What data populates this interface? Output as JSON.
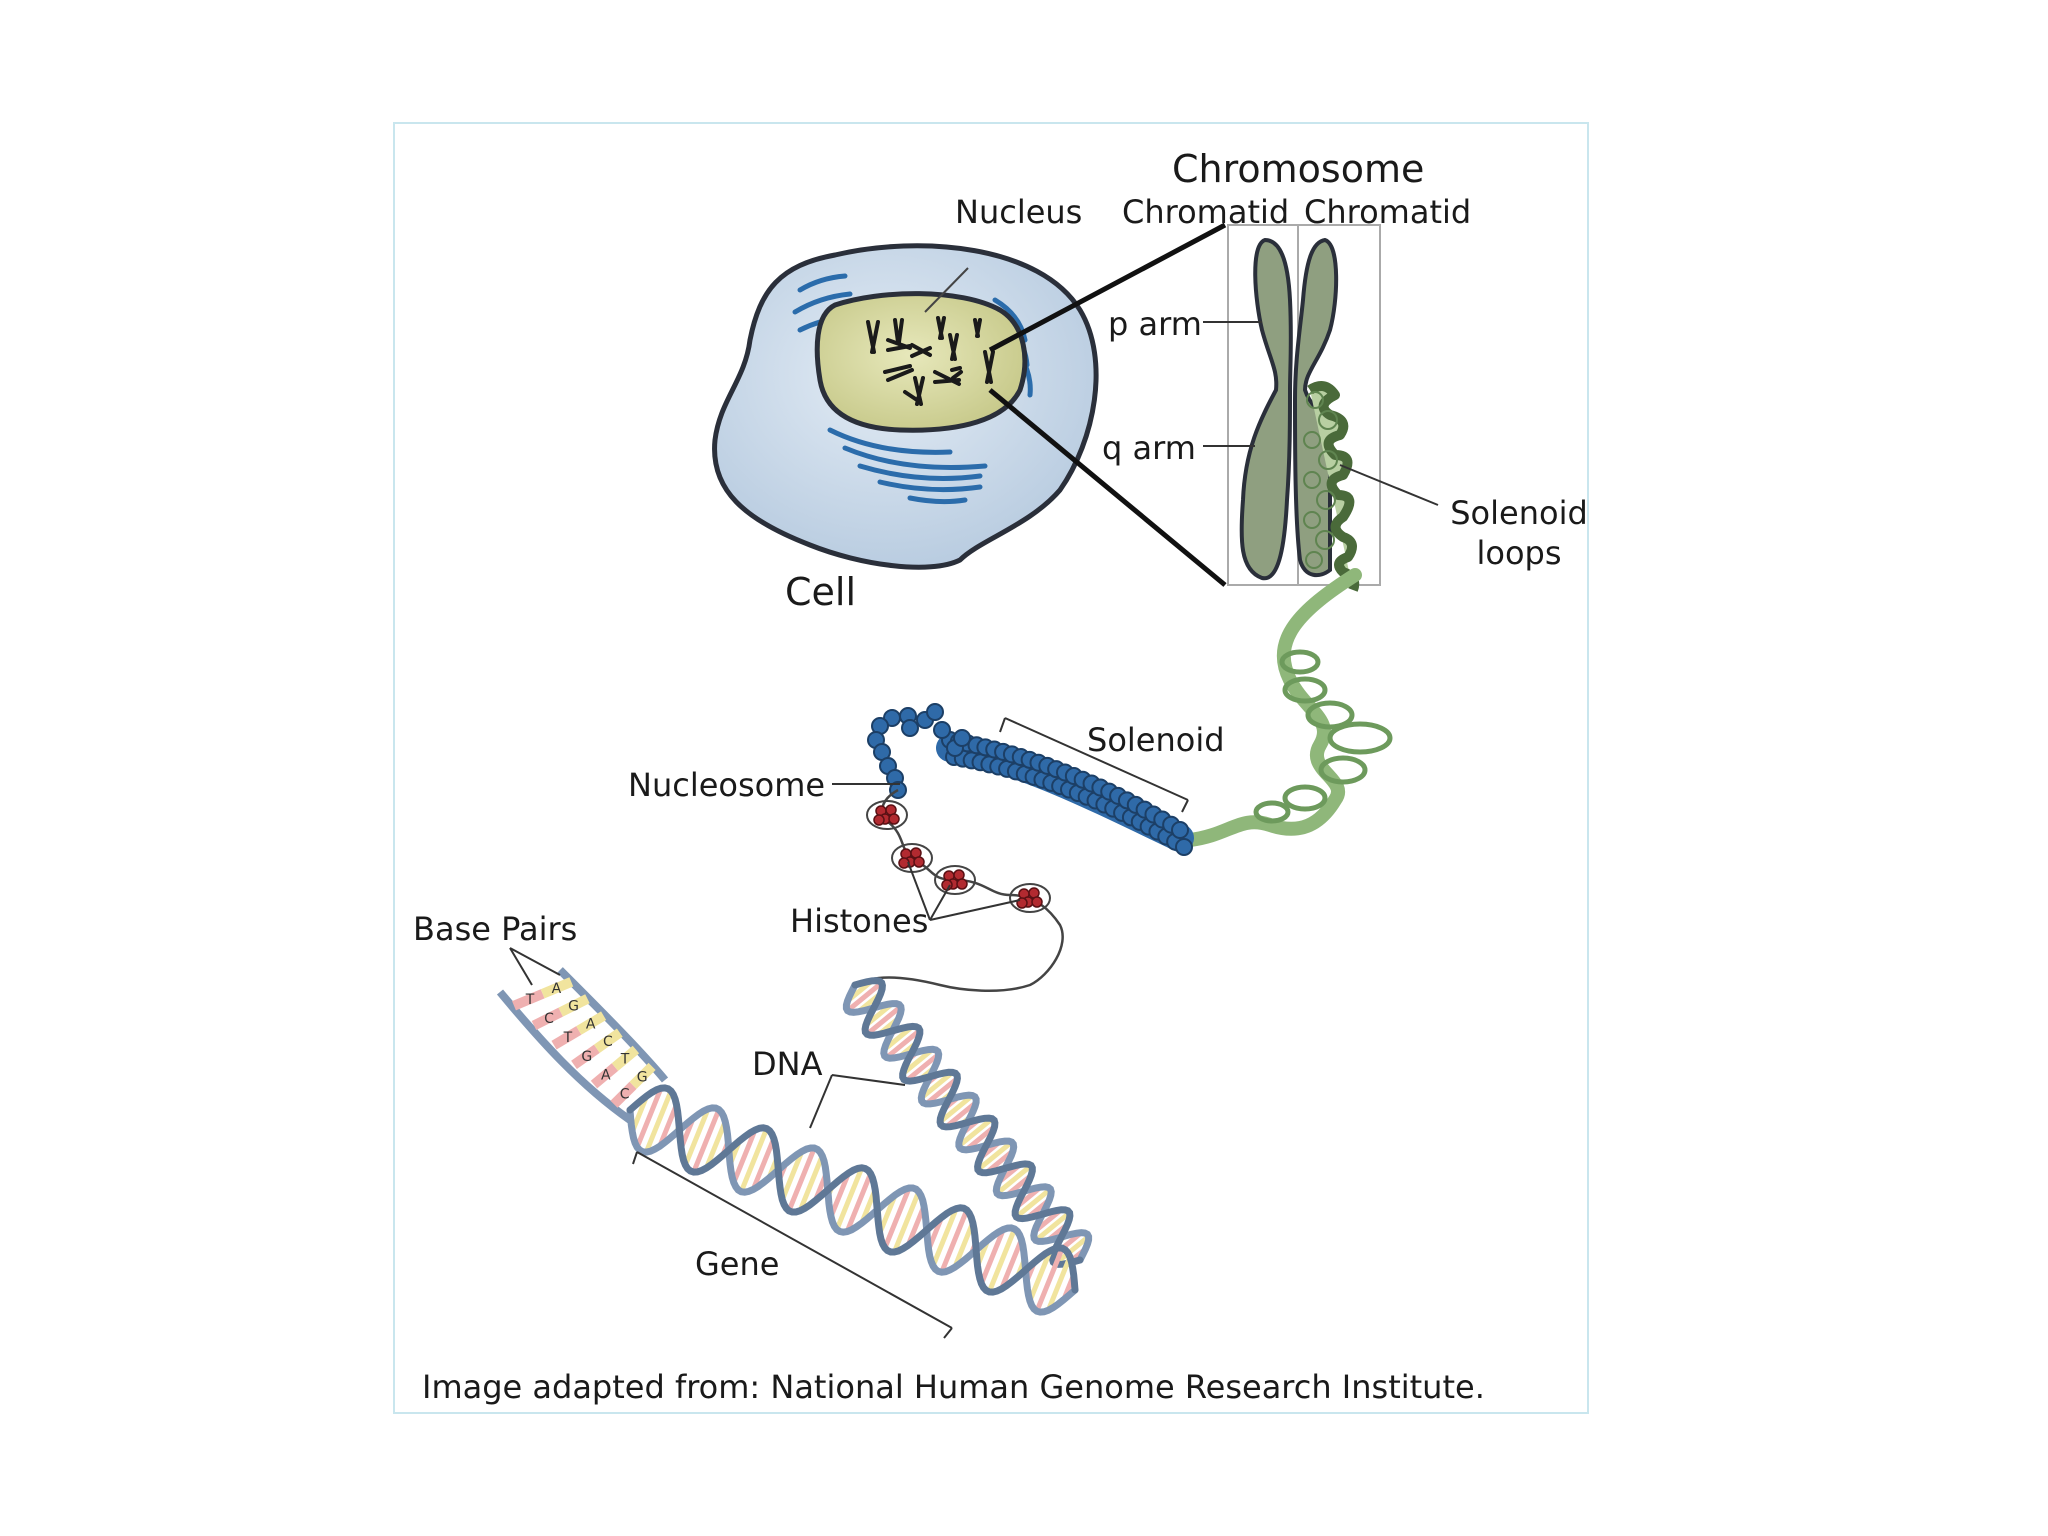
{
  "diagram": {
    "labels": {
      "chromosome": "Chromosome",
      "nucleus": "Nucleus",
      "chromatid_left": "Chromatid",
      "chromatid_right": "Chromatid",
      "p_arm": "p arm",
      "q_arm": "q arm",
      "solenoid_loops_line1": "Solenoid",
      "solenoid_loops_line2": "loops",
      "cell": "Cell",
      "solenoid": "Solenoid",
      "nucleosome": "Nucleosome",
      "histones": "Histones",
      "base_pairs": "Base Pairs",
      "dna": "DNA",
      "gene": "Gene"
    },
    "base_pair_letters": [
      [
        "T",
        "A"
      ],
      [
        "C",
        "G"
      ],
      [
        "T",
        "A"
      ],
      [
        "G",
        "C"
      ],
      [
        "A",
        "T"
      ],
      [
        "C",
        "G"
      ]
    ],
    "credit": "Image adapted from: National Human Genome Research Institute.",
    "colors": {
      "cell_fill": "#c9d9e9",
      "cell_outline": "#2a2f3a",
      "er_blue": "#2b6cab",
      "nucleus_fill": "#d7d8a0",
      "chromosome_fill": "#8f9f80",
      "fiber_green": "#8fb77a",
      "nucleosome_blue": "#2f6aa8",
      "histone_red": "#b22a30",
      "dna_strand": "#7f96b4",
      "rung_yellow": "#f1e49e",
      "rung_pink": "#efb0b0",
      "frame": "#c9e6ee"
    }
  }
}
